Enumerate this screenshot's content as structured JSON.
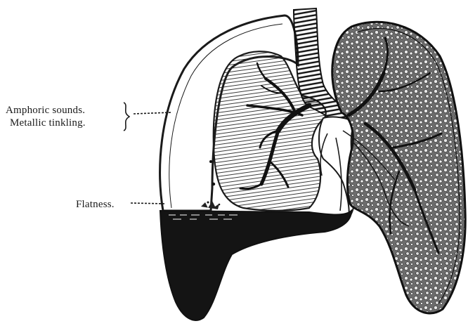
{
  "labels": {
    "amphoric": "Amphoric  sounds.",
    "metallic": "Metallic tinkling.",
    "flatness": "Flatness."
  },
  "colors": {
    "ink": "#1a1a1a",
    "paper": "#ffffff",
    "fluid": "#141414"
  }
}
